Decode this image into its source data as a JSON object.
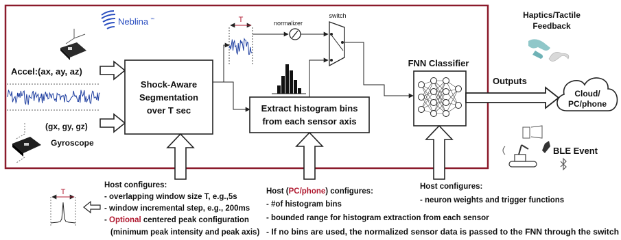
{
  "logo": {
    "brand": "Neblina",
    "tm": "™"
  },
  "sensors": {
    "accel_label": "Accel:(ax, ay, az)",
    "gyro_label": "(gx, gy, gz)",
    "gyroscope": "Gyroscope"
  },
  "segmentation": {
    "line1": "Shock-Aware",
    "line2": "Segmentation",
    "line3": "over T sec"
  },
  "window_symbol": "T",
  "normalizer_label": "normalizer",
  "switch_label": "switch",
  "histogram_box": {
    "line1": "Extract histogram bins",
    "line2": "from each sensor axis"
  },
  "fnn": {
    "title": "FNN Classifier"
  },
  "outputs_label": "Outputs",
  "cloud": {
    "line1": "Cloud/",
    "line2": "PC/phone"
  },
  "haptics": {
    "line1": "Haptics/Tactile",
    "line2": "Feedback"
  },
  "ble_event": "BLE Event",
  "host1": {
    "title": "Host configures:",
    "items": [
      "- overlapping window size T, e.g.,5s",
      "- window incremental step, e.g., 200ms"
    ],
    "optional_dash": "- ",
    "optional_word": "Optional",
    "optional_rest": " centered peak configuration",
    "optional_line2": "(minimum peak intensity and peak axis)"
  },
  "host2": {
    "prefix": "Host (",
    "highlight": "PC/phone",
    "suffix": ") configures:",
    "items": [
      "- #of histogram bins",
      "- bounded range for histogram extraction from each sensor",
      "- If no bins are used, the normalized sensor data is passed to the FNN through the switch"
    ]
  },
  "host3": {
    "title": "Host configures:",
    "items": [
      "- neuron weights and trigger functions"
    ]
  },
  "colors": {
    "border": "#8b1a2b",
    "signal": "#1f3fa0",
    "highlight": "#b01a30",
    "text": "#111111"
  },
  "icons": [
    "neblina-logo-icon",
    "accelerometer-icon",
    "gyroscope-chip-icon",
    "histogram-icon",
    "normalizer-icon",
    "switch-icon",
    "neural-network-icon",
    "cloud-icon",
    "hands-icon",
    "robot-icon",
    "door-icon",
    "bluetooth-icon",
    "peak-waveform-icon"
  ]
}
